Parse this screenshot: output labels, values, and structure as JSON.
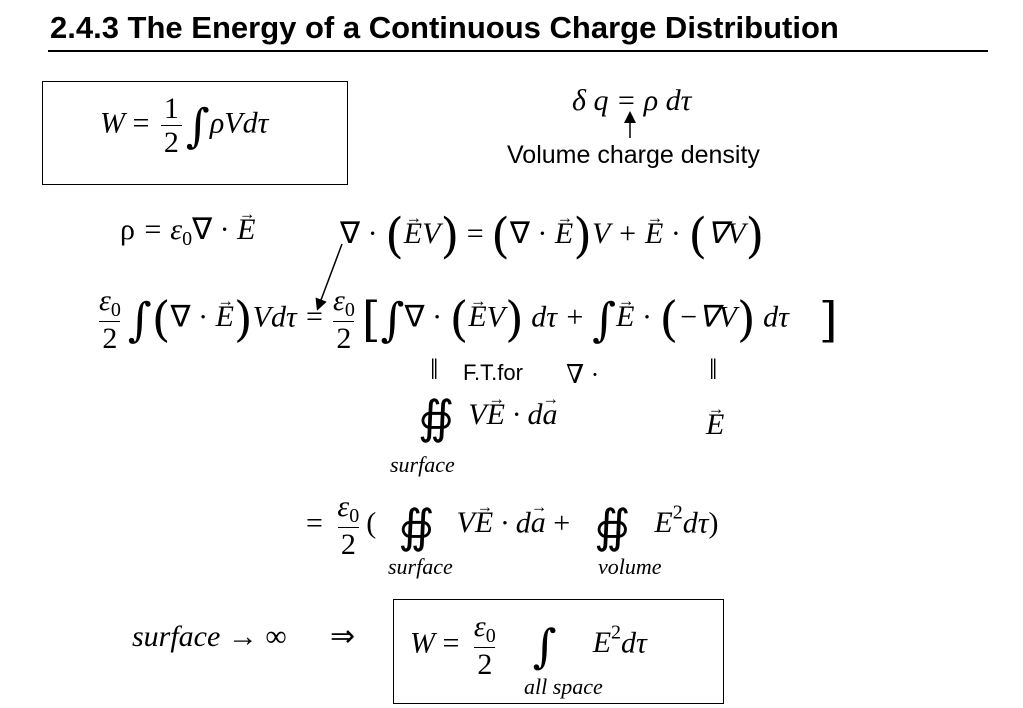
{
  "title": "2.4.3 The Energy of a Continuous Charge Distribution",
  "eq_w": {
    "W": "W",
    "eq": "=",
    "num": "1",
    "den": "2",
    "integral": "∫",
    "body": "ρVdτ"
  },
  "eq_dq": {
    "text": "δ q = ρ  dτ"
  },
  "note_density": "Volume charge density",
  "eq_rho": {
    "rho": "ρ",
    "eq": " = ε",
    "zero": "0",
    "div": "∇ · ",
    "E": "E"
  },
  "eq_product": {
    "p1": "∇ · ",
    "open1": "(",
    "E1": "E",
    "V1": "V",
    "close1": ")",
    "eq": " = ",
    "open2": "(",
    "p2": "∇ · ",
    "E2": "E",
    "close2": ")",
    "p3": "V + ",
    "E3": "E",
    "p4": " · ",
    "open3": "(",
    "p5": "∇V",
    "close3": ")"
  },
  "eq_main": {
    "eps": "ε",
    "zero": "0",
    "den": "2",
    "integral": "∫",
    "open": "(",
    "div": "∇ · ",
    "E": "E",
    "close": ")",
    "tail": "Vdτ",
    "eq": "=",
    "r_eps": "ε",
    "r_zero": "0",
    "r_den": "2",
    "lbracket": "[",
    "r_int1": "∫",
    "r_div": "∇ · ",
    "r_open1": "(",
    "r_E1": "E",
    "r_V1": "V",
    "r_close1": ")",
    "r_dt1": " dτ + ",
    "r_int2": "∫",
    "r_E2": "E",
    "r_dot": " · ",
    "r_open2": "(",
    "r_neg": "−∇V",
    "r_close2": ")",
    "r_dt2": " dτ",
    "rbracket": "]"
  },
  "annot": {
    "parallel1": "‖",
    "ft_for": "F.T.for",
    "nabla_dot": "∇ ·",
    "parallel2": "‖",
    "E": "E"
  },
  "surface_term": {
    "integral": "∯",
    "V": "V",
    "E": "E",
    "dot": " · d",
    "a": "a",
    "label": "surface"
  },
  "eq_line3": {
    "eq": "=",
    "eps": "ε",
    "zero": "0",
    "den": "2",
    "open": "(",
    "int1": "∯",
    "V": "V",
    "E": "E",
    "dot": " · d",
    "a": "a",
    "plus": " +",
    "int2": "∯",
    "E2": "E",
    "sq": "2",
    "dt": "dτ",
    "close": ")",
    "label1": "surface",
    "label2": "volume"
  },
  "eq_final": {
    "left": "surface",
    "arrow": " → ∞",
    "implies": "⇒",
    "W": "W",
    "eq": "=",
    "eps": "ε",
    "zero": "0",
    "den": "2",
    "integral": "∫",
    "E": "E",
    "sq": "2",
    "dt": "dτ",
    "label": "all space"
  }
}
